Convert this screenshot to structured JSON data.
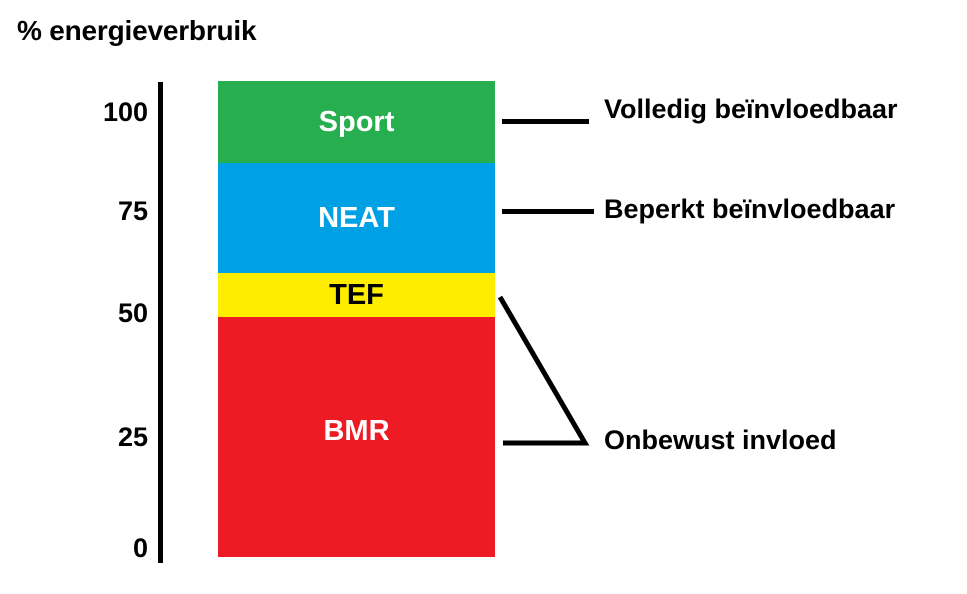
{
  "chart_data": {
    "type": "bar",
    "subtype": "stacked-single-bar",
    "title": "% energieverbruik",
    "xlabel": "",
    "ylabel": "% energieverbruik",
    "ylim": [
      0,
      100
    ],
    "yticks": [
      0,
      25,
      50,
      75,
      100
    ],
    "ytick_labels": [
      "0",
      "25",
      "50",
      "75",
      "100"
    ],
    "grid": false,
    "legend": "right-annotations",
    "categories": [
      "BMR",
      "TEF",
      "NEAT",
      "Sport"
    ],
    "values": [
      50,
      9,
      23,
      18
    ],
    "segments": [
      {
        "label": "Sport",
        "value": 18,
        "range": [
          82,
          100
        ],
        "color": "#27AE4F",
        "text_color": "#ffffff"
      },
      {
        "label": "NEAT",
        "value": 23,
        "range": [
          59,
          82
        ],
        "color": "#00A0E4",
        "text_color": "#ffffff"
      },
      {
        "label": "TEF",
        "value": 9,
        "range": [
          50,
          59
        ],
        "color": "#FFED00",
        "text_color": "#000000"
      },
      {
        "label": "BMR",
        "value": 50,
        "range": [
          0,
          50
        ],
        "color": "#ED1C24",
        "text_color": "#ffffff"
      }
    ],
    "annotations": [
      {
        "text": "Volledig beïnvloedbaar",
        "points_to": "Sport"
      },
      {
        "text": "Beperkt beïnvloedbaar",
        "points_to": "NEAT"
      },
      {
        "text": "Onbewust invloed",
        "points_to": "TEF + BMR"
      }
    ]
  },
  "axis": {
    "ticks": [
      "100",
      "75",
      "50",
      "25",
      "0"
    ]
  },
  "colors": {
    "sport": "#27AE4F",
    "neat": "#00A0E4",
    "tef": "#FFED00",
    "bmr": "#ED1C24",
    "axis": "#000000",
    "background": "#ffffff"
  }
}
